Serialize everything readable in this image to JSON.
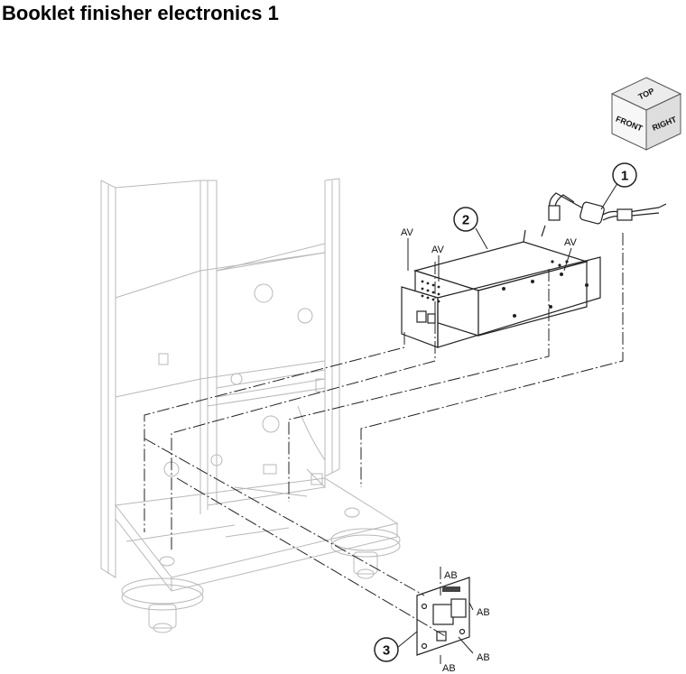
{
  "page": {
    "title": "Booklet finisher electronics 1"
  },
  "orientation_cube": {
    "top": "TOP",
    "front": "FRONT",
    "right": "RIGHT"
  },
  "callouts": [
    {
      "number": "1"
    },
    {
      "number": "2"
    },
    {
      "number": "3"
    }
  ],
  "labels": {
    "av_1": "AV",
    "av_2": "AV",
    "av_3": "AV",
    "ab_1": "AB",
    "ab_2": "AB",
    "ab_3": "AB",
    "ab_4": "AB"
  }
}
